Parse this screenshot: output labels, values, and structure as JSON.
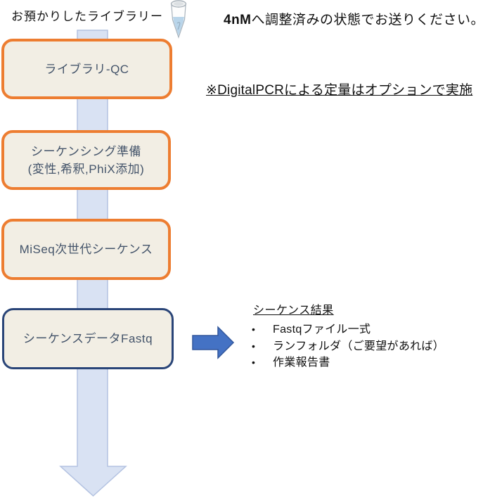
{
  "header": {
    "received_library_label": "お預かりしたライブラリー",
    "send_instruction_bold": "4nM",
    "send_instruction_rest": "へ調整済みの状態でお送りください。"
  },
  "note": {
    "digital_pcr": "※DigitalPCRによる定量はオプションで実施"
  },
  "flow": {
    "steps": [
      {
        "label": "ライブラリ-QC",
        "style": "orange"
      },
      {
        "line1": "シーケンシング準備",
        "line2": "(変性,希釈,PhiX添加)",
        "style": "orange"
      },
      {
        "label": "MiSeq次世代シーケンス",
        "style": "orange"
      },
      {
        "label": "シーケンスデータFastq",
        "style": "navy"
      }
    ]
  },
  "results": {
    "heading": "シーケンス結果",
    "bullet_glyph": "•",
    "items": [
      "Fastqファイル一式",
      "ランフォルダ（ご要望があれば）",
      "作業報告書"
    ]
  },
  "icons": {
    "microtube": "microtube-icon",
    "down_arrow": "down-arrow-icon",
    "right_arrow": "right-arrow-icon"
  },
  "colors": {
    "step_border_orange": "#ED7D31",
    "step_border_navy": "#2A4578",
    "step_fill": "#F2EEE4",
    "step_text": "#44546A",
    "flow_arrow_fill": "#D9E2F3",
    "flow_arrow_border": "#B3C2E1",
    "output_arrow_fill": "#4472C4",
    "output_arrow_border": "#31569B",
    "tube_liquid": "#B9D5EA"
  }
}
